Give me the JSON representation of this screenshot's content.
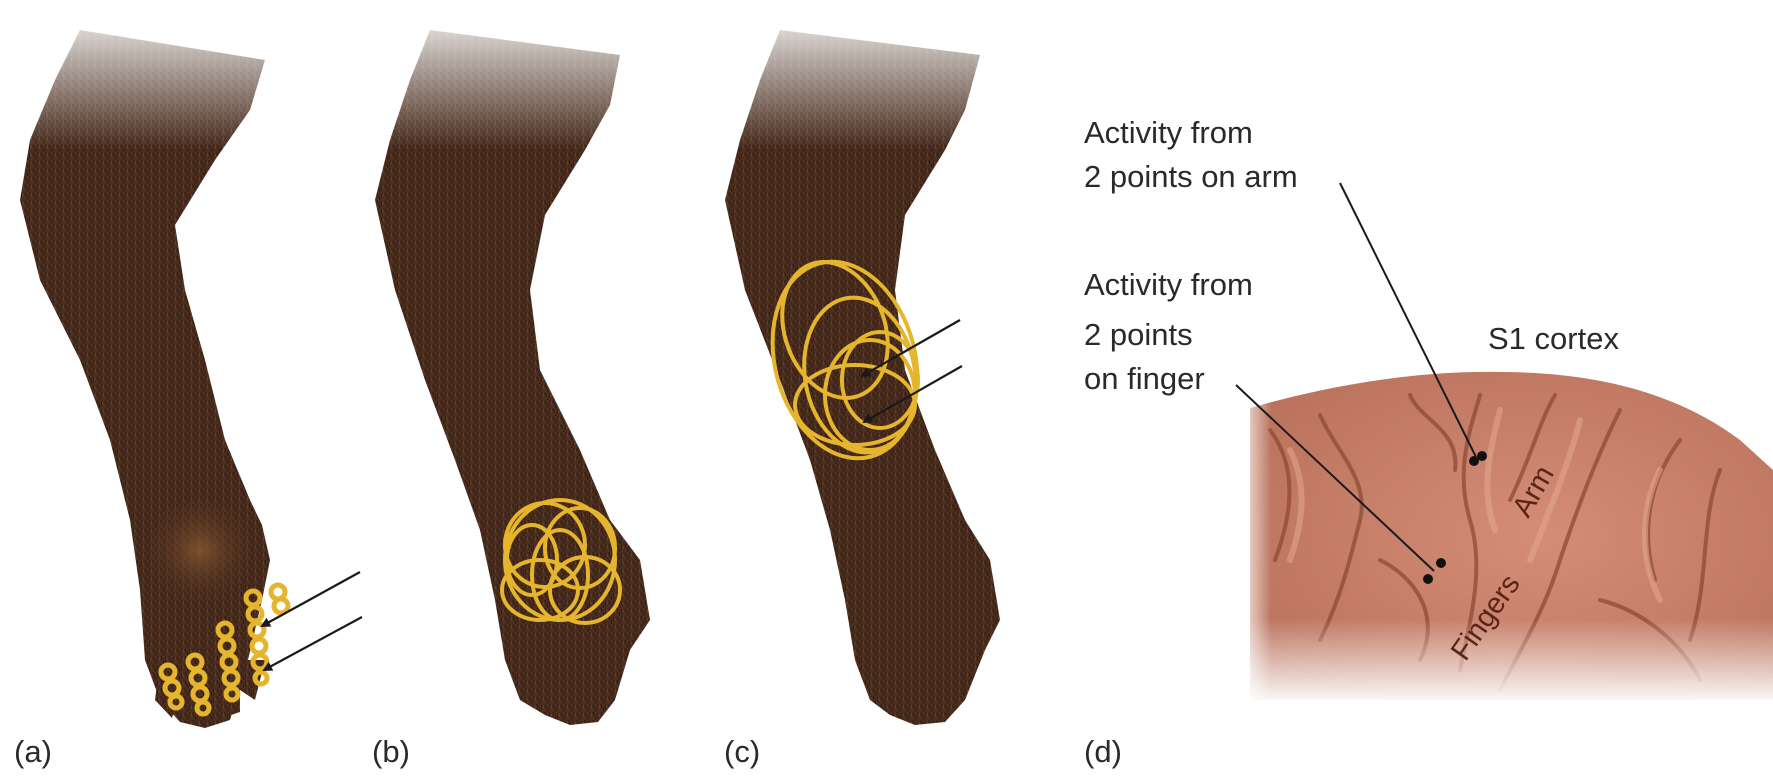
{
  "panels": {
    "a": {
      "letter": "(a)"
    },
    "b": {
      "letter": "(b)"
    },
    "c": {
      "letter": "(c)"
    },
    "d": {
      "letter": "(d)",
      "label_arm_activity_line1": "Activity from",
      "label_arm_activity_line2": "2 points on arm",
      "label_finger_activity_line1": "Activity from",
      "label_finger_activity_line2": "2 points",
      "label_finger_activity_line3": "on finger",
      "label_cortex": "S1 cortex",
      "label_arm_region": "Arm",
      "label_fingers_region": "Fingers"
    }
  },
  "colors": {
    "fur": "#4a2e1f",
    "fur_dark": "#2e1a10",
    "receptive_field": "#e6b52e",
    "cortex": "#c8806a",
    "cortex_dark": "#8f4a36",
    "cortex_light": "#e3a892",
    "arrow": "#1a1a1a"
  }
}
